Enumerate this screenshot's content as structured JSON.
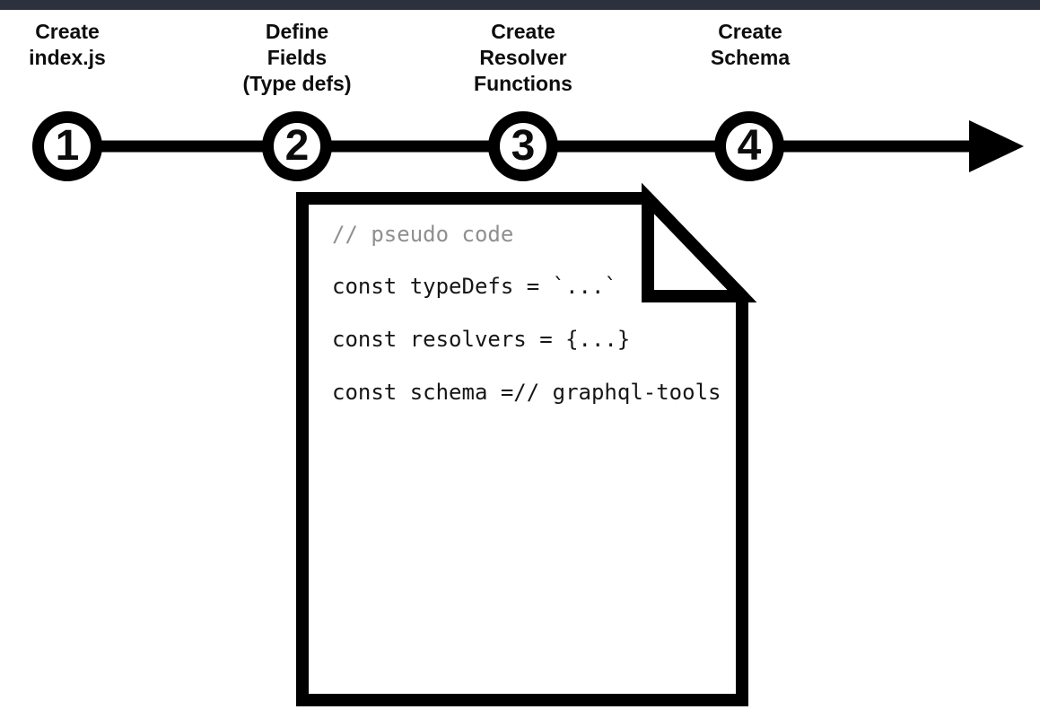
{
  "top_bar": {
    "color": "#2c313d"
  },
  "timeline": {
    "steps": [
      {
        "number": "1",
        "label_lines": [
          "Create",
          "index.js"
        ]
      },
      {
        "number": "2",
        "label_lines": [
          "Define",
          "Fields",
          "(Type defs)"
        ]
      },
      {
        "number": "3",
        "label_lines": [
          "Create",
          "Resolver",
          "Functions"
        ]
      },
      {
        "number": "4",
        "label_lines": [
          "Create",
          "Schema"
        ]
      }
    ],
    "line_color": "#000000",
    "circle_fill": "#ffffff",
    "circle_stroke": "#000000"
  },
  "document": {
    "code_lines": [
      {
        "text": "// pseudo code",
        "type": "comment"
      },
      {
        "text": "const typeDefs = `...`",
        "type": "code"
      },
      {
        "text": "const resolvers = {...}",
        "type": "code"
      },
      {
        "text": "const schema =// graphql-tools",
        "type": "code"
      }
    ],
    "outline_color": "#000000",
    "comment_color": "#8f8f8f",
    "code_color": "#161616"
  }
}
